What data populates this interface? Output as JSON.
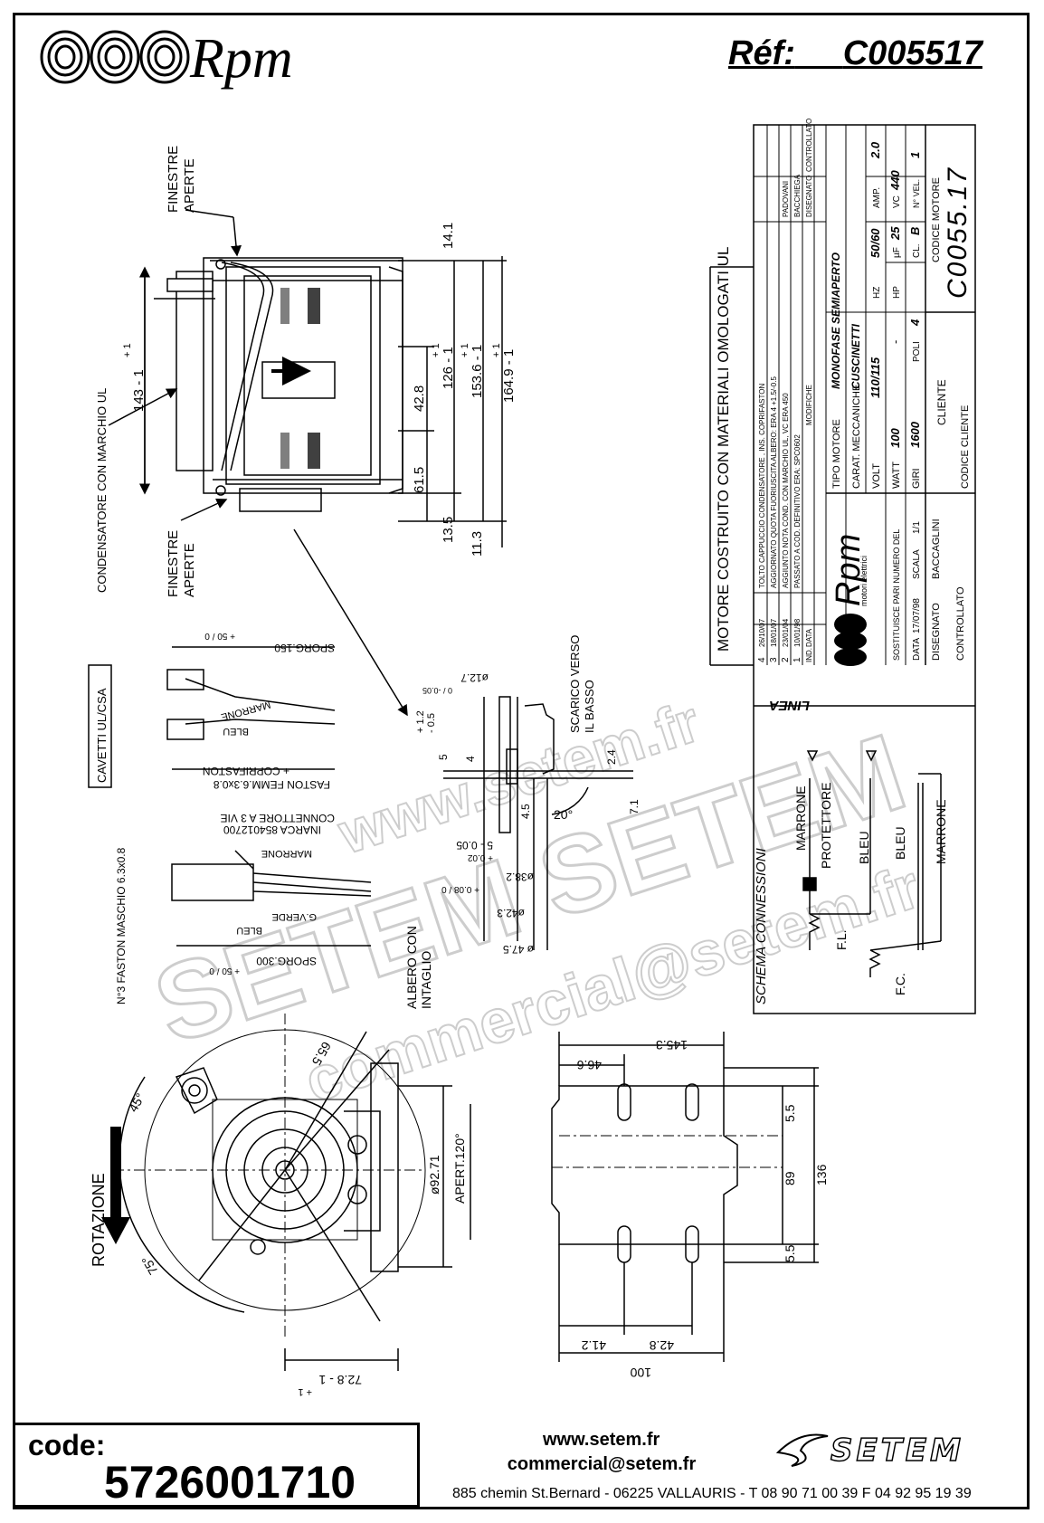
{
  "header": {
    "brand": "Rpm",
    "ref_label": "Réf:",
    "ref_value": "C005517"
  },
  "watermark": {
    "line1": "www.setem.fr",
    "line2": "SETEM SETEM",
    "line3": "commercial@setem.fr"
  },
  "side_view": {
    "label_windows_top": [
      "FINESTRE",
      "APERTE"
    ],
    "label_windows_bottom": [
      "FINESTRE",
      "APERTE"
    ],
    "label_capacitor": "CONDENSATORE CON MARCHIO UL",
    "dims": {
      "d143": "143 - 1",
      "d143_tol": "+ 1",
      "d14_1": "14.1",
      "d42_8": "42.8",
      "d61_5": "61.5",
      "d126": "126 - 1",
      "d126_tol": "+ 1",
      "d153_6": "153.6 - 1",
      "d153_6_tol": "+ 1",
      "d164_9": "164.9 - 1",
      "d164_9_tol": "+ 1",
      "d13_5": "13.5",
      "d11_3": "11.3"
    }
  },
  "title_block": {
    "main_title": "MOTORE COSTRUITO CON MATERIALI OMOLOGATI UL",
    "revisions": [
      {
        "ind": "4",
        "date": "26/10/07",
        "text": "TOLTO CAPPUCCIO CONDENSATORE , INS. COPRIFASTON",
        "by": "-"
      },
      {
        "ind": "3",
        "date": "18/01/07",
        "text": "AGGIORNATO QUOTA FUORIUSCITA ALBERO: ERA 4 +1.5/-0.5",
        "by": "-"
      },
      {
        "ind": "2",
        "date": "23/01/04",
        "text": "AGGIUNTO NOTA COND. CON MARCHIO UL, VC ERA 450",
        "by": "PADOVANI"
      },
      {
        "ind": "1",
        "date": "10/01/98",
        "text": "PASSATO A COD. DEFINITIVO ERA: SPC0602",
        "by": "BACCHIEGA"
      }
    ],
    "rev_header": {
      "ind": "IND.",
      "date": "DATA",
      "mod": "MODIFICHE",
      "drawn": "DISEGNATO",
      "checked": "CONTROLLATO"
    },
    "brand": "Rpm",
    "brand_sub": "motori elettrici",
    "tipo_label": "TIPO MOTORE",
    "tipo_value": "MONOFASE SEMIAPERTO",
    "carat_label": "CARAT. MECCANICHE",
    "carat_value": "CUSCINETTI",
    "specs": [
      {
        "k": "VOLT",
        "v": "110/115",
        "k2": "HZ",
        "v2": "50/60",
        "k3": "AMP.",
        "v3": "2.0"
      },
      {
        "k": "WATT",
        "v": "100",
        "k2": "HP",
        "v2": "-",
        "k3": "µF",
        "v3": "25",
        "k4": "VC",
        "v4": "440"
      },
      {
        "k": "GIRI",
        "v": "1600",
        "k2": "POLI",
        "v2": "4",
        "k3": "CL.",
        "v3": "B",
        "k4": "N° VEL.",
        "v4": "1"
      }
    ],
    "sostituisce": "SOSTITUISCE PARI NUMERO DEL",
    "data_label": "DATA",
    "data_value": "17/07/98",
    "scala_label": "SCALA",
    "scala_value": "1/1",
    "disegnato_label": "DISEGNATO",
    "disegnato_value": "BACCAGLINI",
    "controllato_label": "CONTROLLATO",
    "cliente_label": "CLIENTE",
    "codice_cliente_label": "CODICE CLIENTE",
    "codice_motore_label": "CODICE MOTORE",
    "codice_motore_value": "C0055.17"
  },
  "wiring": {
    "title": "SCHEMA CONNESSIONI",
    "linea": "LINEA",
    "marrone1": "MARRONE",
    "protettore": "PROTETTORE",
    "bleu1": "BLEU",
    "bleu2": "BLEU",
    "marrone2": "MARRONE",
    "fl": "F.L.",
    "fc": "F.C."
  },
  "cables": {
    "title": "CAVETTI UL/CSA",
    "sporg150": "SPORG.150",
    "sporg150_tol": "+ 50 / 0",
    "marrone": "MARRONE",
    "bleu": "BLEU",
    "fastom": "FASTON FEMM.6.3x0.8",
    "coprifaston": "+ COPRIFASTON",
    "connettore": "CONNETTORE A 3 VIE",
    "inarca": "INARCA 854012700",
    "marrone_b": "MARRONE",
    "gverde": "G.VERDE",
    "bleu_b": "BLEU",
    "sporg300": "SPORG.300",
    "sporg300_tol": "+ 50 / 0",
    "faston_maschio": "N°3 FASTON MASCHIO 6.3x0.8"
  },
  "shaft": {
    "scarico": [
      "SCARICO VERSO",
      "IL BASSO"
    ],
    "d12_7": "ø12.7",
    "d12_7_tol": "0 / -0.05",
    "tol_1_2": "+ 1.2",
    "tol_0_5": "- 0.5",
    "d5": "5",
    "d4": "4",
    "d4_5": "4.5",
    "d2_4": "2.4",
    "d7_1": "7.1",
    "a20": "20°",
    "d5b": "5 - 0.05",
    "d5b_tol": "+ 0.02",
    "d38_2": "ø38.2",
    "d38_2_tol": "+ 0.08 / 0",
    "d42_3": "ø42.3",
    "d47_5": "ø 47.5"
  },
  "front_view": {
    "rotazione": "ROTAZIONE",
    "albero": [
      "ALBERO CON",
      "INTAGLIO"
    ],
    "d65_5": "65.5",
    "a45": "45°",
    "a75": "75°",
    "d92_71": "ø92.71",
    "apert": "APERT.120°",
    "d72_8": "72.8 - 1",
    "d72_8_tol": "+ 1"
  },
  "bracket": {
    "d145_3": "145.3",
    "d46_6": "46.6",
    "d5_5a": "5.5",
    "d5_5b": "5.5",
    "d89": "89",
    "d136": "136",
    "d41_2": "41.2",
    "d42_8": "42.8",
    "d100": "100"
  },
  "footer": {
    "code_label": "code:",
    "code_value": "5726001710",
    "web": "www.setem.fr",
    "mail": "commercial@setem.fr",
    "address": "885 chemin St.Bernard  -  06225 VALLAURIS  -  T 08 90 71 00 39   F 04 92 95 19 39",
    "setem_logo": "SETEM"
  }
}
